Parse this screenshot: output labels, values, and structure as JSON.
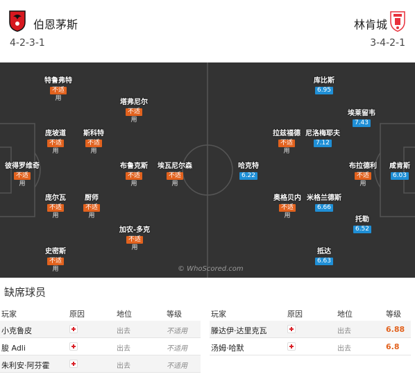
{
  "home": {
    "name": "伯恩茅斯",
    "formation": "4-2-3-1",
    "crest_colors": {
      "primary": "#d71920",
      "secondary": "#111111"
    }
  },
  "away": {
    "name": "林肯城",
    "formation": "3-4-2-1",
    "crest_colors": {
      "primary": "#e8313c",
      "secondary": "#ffffff"
    }
  },
  "pitch": {
    "background": "#333333",
    "watermark": "© WhoScored.com",
    "home_players": [
      {
        "name": "特鲁弗特",
        "badge": "不适",
        "sub": "用"
      },
      {
        "name": "塔弗尼尔",
        "badge": "不适",
        "sub": "用"
      },
      {
        "name": "庞坡道",
        "badge": "不适",
        "sub": "用"
      },
      {
        "name": "斯科特",
        "badge": "不适",
        "sub": "用"
      },
      {
        "name": "彼得罗维奇",
        "badge": "不适",
        "sub": "用"
      },
      {
        "name": "布鲁克斯",
        "badge": "不适",
        "sub": "用"
      },
      {
        "name": "埃瓦尼尔森",
        "badge": "不适",
        "sub": "用"
      },
      {
        "name": "庞尔瓦",
        "badge": "不适",
        "sub": "用"
      },
      {
        "name": "厨师",
        "badge": "不适",
        "sub": "用"
      },
      {
        "name": "加农-多克",
        "badge": "不适",
        "sub": "用"
      },
      {
        "name": "史密斯",
        "badge": "不适",
        "sub": "用"
      }
    ],
    "away_players": [
      {
        "name": "库比斯",
        "rating": "6.95"
      },
      {
        "name": "埃莱留韦",
        "rating": "7.43"
      },
      {
        "name": "拉兹福德",
        "badge": "不适",
        "sub": "用"
      },
      {
        "name": "尼洛梅耶夫",
        "rating": "7.12"
      },
      {
        "name": "布拉德利",
        "badge": "不适",
        "sub": "用"
      },
      {
        "name": "咸肯斯",
        "rating": "6.03"
      },
      {
        "name": "哈克特",
        "rating": "6.22"
      },
      {
        "name": "奥格贝内",
        "badge": "不适",
        "sub": "用"
      },
      {
        "name": "米格兰德斯",
        "rating": "6.66"
      },
      {
        "name": "托勒",
        "rating": "6.52"
      },
      {
        "name": "抵达",
        "rating": "6.63"
      }
    ]
  },
  "missing": {
    "title": "缺席球员",
    "headers": {
      "player": "玩家",
      "reason": "原因",
      "status": "地位",
      "rating": "等级"
    },
    "home_rows": [
      {
        "player": "小克鲁皮",
        "reason_icon": "injury-cross-icon",
        "status": "出去",
        "rating": "不适用"
      },
      {
        "player": "朘 Adli",
        "reason_icon": "injury-cross-icon",
        "status": "出去",
        "rating": "不适用"
      },
      {
        "player": "朱利安·阿芬霍",
        "reason_icon": "injury-cross-icon",
        "status": "出去",
        "rating": "不适用"
      }
    ],
    "away_rows": [
      {
        "player": "滕达伊·达里克瓦",
        "reason_icon": "injury-cross-icon",
        "status": "出去",
        "rating": "6.88"
      },
      {
        "player": "汤姆·哈默",
        "reason_icon": "injury-cross-icon",
        "status": "出去",
        "rating": "6.8"
      }
    ]
  }
}
